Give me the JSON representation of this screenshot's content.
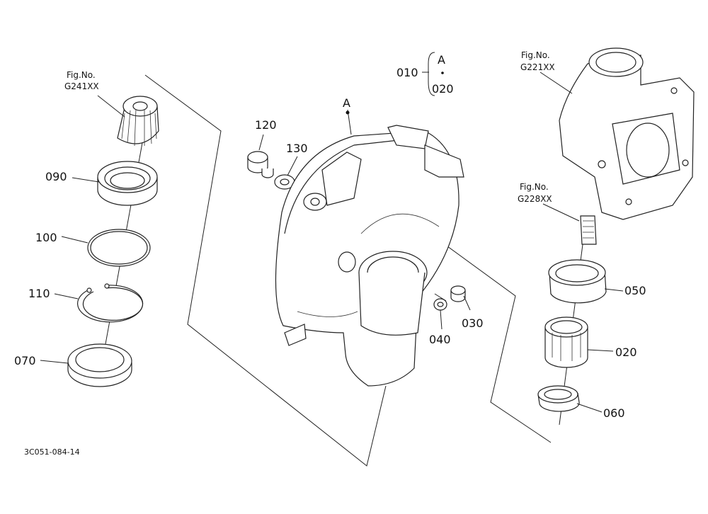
{
  "callouts": {
    "p010": "010",
    "groupA": "A",
    "p020a": "020",
    "p120": "120",
    "p130": "130",
    "p090": "090",
    "p100": "100",
    "p110": "110",
    "p070": "070",
    "p050": "050",
    "p020": "020",
    "p060": "060",
    "p040": "040",
    "p030": "030",
    "markA": "A"
  },
  "fig_refs": {
    "g241_label": "Fig.No.",
    "g241_code": "G241XX",
    "g221_label": "Fig.No.",
    "g221_code": "G221XX",
    "g228_label": "Fig.No.",
    "g228_code": "G228XX"
  },
  "drawing_code": "3C051-084-14"
}
